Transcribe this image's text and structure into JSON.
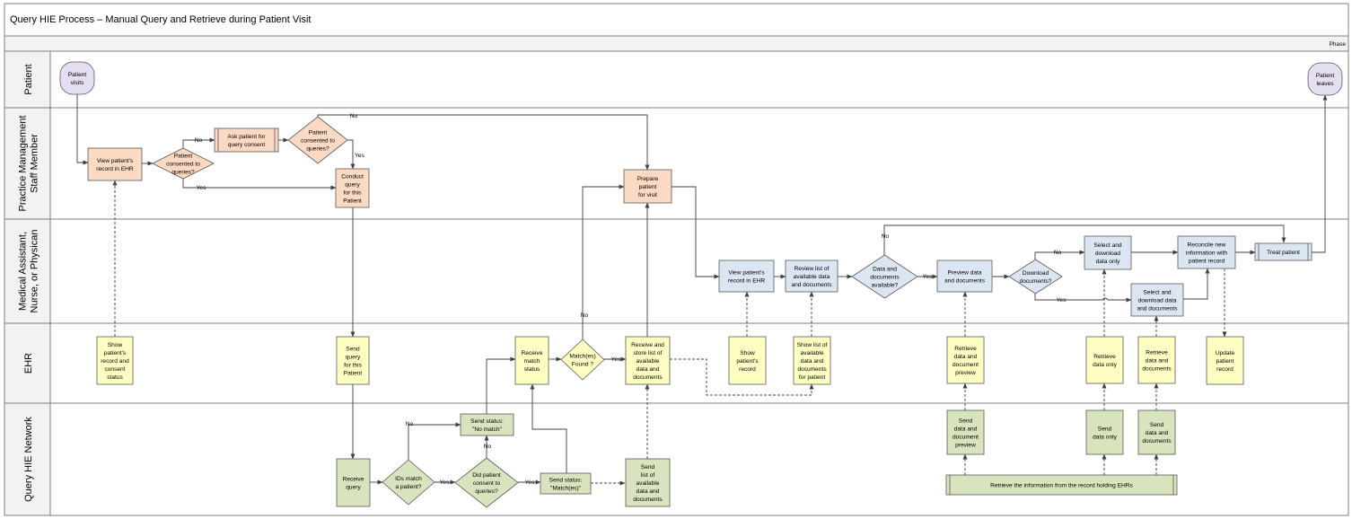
{
  "title": "Query HIE Process – Manual Query and Retrieve during Patient Visit",
  "phase_label": "Phase",
  "colors": {
    "terminator": "#e4def0",
    "practice": "#fbd9c3",
    "clinical": "#dce6f2",
    "ehr": "#ffffc4",
    "network": "#d8e4bd",
    "lane_header": "#f2f2f2",
    "line": "#404040"
  },
  "lanes": [
    {
      "id": "patient",
      "label": [
        "Patient"
      ]
    },
    {
      "id": "practice",
      "label": [
        "Practice Management",
        "Staff Member"
      ]
    },
    {
      "id": "clinical",
      "label": [
        "Medical Assistant,",
        "Nurse, or Physican"
      ]
    },
    {
      "id": "ehr",
      "label": [
        "EHR"
      ]
    },
    {
      "id": "network",
      "label": [
        "Query HIE Network"
      ]
    }
  ],
  "nodes": [
    {
      "id": "visits",
      "type": "terminator",
      "lines": [
        "Patient",
        "visits"
      ]
    },
    {
      "id": "leaves",
      "type": "terminator",
      "lines": [
        "Patient",
        "leaves"
      ]
    },
    {
      "id": "view1",
      "type": "process",
      "lines": [
        "View patient's",
        "record in EHR"
      ]
    },
    {
      "id": "consent1",
      "type": "decision",
      "lines": [
        "Patient",
        "consented to",
        "queries?"
      ]
    },
    {
      "id": "ask",
      "type": "subprocess",
      "lines": [
        "Ask patient for",
        "query consent"
      ]
    },
    {
      "id": "consent2",
      "type": "decision",
      "lines": [
        "Patient",
        "consented to",
        "queries?"
      ]
    },
    {
      "id": "conduct",
      "type": "process",
      "lines": [
        "Conduct",
        "query",
        "for this",
        "Patient"
      ]
    },
    {
      "id": "prepare",
      "type": "process",
      "lines": [
        "Prepare",
        "patient",
        "for visit"
      ]
    },
    {
      "id": "view2",
      "type": "process",
      "lines": [
        "View patient's",
        "record in EHR"
      ]
    },
    {
      "id": "review",
      "type": "process",
      "lines": [
        "Review list of",
        "available data",
        "and documents"
      ]
    },
    {
      "id": "avail",
      "type": "decision",
      "lines": [
        "Data and",
        "documents",
        "available?"
      ]
    },
    {
      "id": "preview",
      "type": "process",
      "lines": [
        "Preview data",
        "and documents"
      ]
    },
    {
      "id": "download",
      "type": "decision",
      "lines": [
        "Download",
        "documents?"
      ]
    },
    {
      "id": "selonly",
      "type": "process",
      "lines": [
        "Select and",
        "download",
        "data only"
      ]
    },
    {
      "id": "seldocs",
      "type": "process",
      "lines": [
        "Select and",
        "download data",
        "and documents"
      ]
    },
    {
      "id": "reconcile",
      "type": "process",
      "lines": [
        "Reconcile new",
        "information with",
        "patient record"
      ]
    },
    {
      "id": "treat",
      "type": "subprocess",
      "lines": [
        "Treat patient"
      ]
    },
    {
      "id": "showrec",
      "type": "process",
      "lines": [
        "Show",
        "patient's",
        "record and",
        "consent",
        "status"
      ]
    },
    {
      "id": "sendq",
      "type": "process",
      "lines": [
        "Send",
        "query",
        "for this",
        "Patient"
      ]
    },
    {
      "id": "recvmatch",
      "type": "process",
      "lines": [
        "Receive",
        "match",
        "status"
      ]
    },
    {
      "id": "matchfound",
      "type": "decision",
      "lines": [
        "Match(es)",
        "Found ?"
      ]
    },
    {
      "id": "recvstore",
      "type": "process",
      "lines": [
        "Receive and",
        "store list of",
        "available",
        "data and",
        "documents"
      ]
    },
    {
      "id": "showrec2",
      "type": "process",
      "lines": [
        "Show",
        "patient's",
        "record"
      ]
    },
    {
      "id": "showlist",
      "type": "process",
      "lines": [
        "Show list of",
        "available",
        "data and",
        "documents",
        "for patient"
      ]
    },
    {
      "id": "retrprev",
      "type": "process",
      "lines": [
        "Retrieve",
        "data and",
        "document",
        "preview"
      ]
    },
    {
      "id": "retronly",
      "type": "process",
      "lines": [
        "Retrieve",
        "data only"
      ]
    },
    {
      "id": "retrdocs",
      "type": "process",
      "lines": [
        "Retrieve",
        "data and",
        "documents"
      ]
    },
    {
      "id": "update",
      "type": "process",
      "lines": [
        "Update",
        "patient",
        "record"
      ]
    },
    {
      "id": "nomatch",
      "type": "process",
      "lines": [
        "Send status:",
        "\"No match\""
      ]
    },
    {
      "id": "recvq",
      "type": "process",
      "lines": [
        "Receive",
        "query"
      ]
    },
    {
      "id": "idsmatch",
      "type": "decision",
      "lines": [
        "IDs match",
        "a patient?"
      ]
    },
    {
      "id": "didconsent",
      "type": "decision",
      "lines": [
        "Did patient",
        "consent to",
        "queries?"
      ]
    },
    {
      "id": "matches",
      "type": "process",
      "lines": [
        "Send status:",
        "\"Match(es)\""
      ]
    },
    {
      "id": "sendlist",
      "type": "process",
      "lines": [
        "Send",
        "list of",
        "available",
        "data and",
        "documents"
      ]
    },
    {
      "id": "sendprev",
      "type": "process",
      "lines": [
        "Send",
        "data and",
        "document",
        "preview"
      ]
    },
    {
      "id": "sendonly",
      "type": "process",
      "lines": [
        "Send",
        "data only"
      ]
    },
    {
      "id": "senddocs",
      "type": "process",
      "lines": [
        "Send",
        "data and",
        "documents"
      ]
    },
    {
      "id": "retrieveinfo",
      "type": "subprocess",
      "lines": [
        "Retrieve the information from the record holding EHRs"
      ]
    }
  ],
  "edge_labels": [
    {
      "id": "l-consent1-no",
      "text": "No"
    },
    {
      "id": "l-consent1-yes",
      "text": "Yes"
    },
    {
      "id": "l-consent2-no",
      "text": "No"
    },
    {
      "id": "l-consent2-yes",
      "text": "Yes"
    },
    {
      "id": "l-match-no",
      "text": "No"
    },
    {
      "id": "l-match-yes",
      "text": "Yes"
    },
    {
      "id": "l-avail-no",
      "text": "No"
    },
    {
      "id": "l-avail-yes",
      "text": "Yes"
    },
    {
      "id": "l-download-no",
      "text": "No"
    },
    {
      "id": "l-download-yes",
      "text": "Yes"
    },
    {
      "id": "l-ids-no",
      "text": "No"
    },
    {
      "id": "l-ids-yes",
      "text": "Yes"
    },
    {
      "id": "l-didconsent-no",
      "text": "No"
    },
    {
      "id": "l-didconsent-yes",
      "text": "Yes"
    }
  ]
}
